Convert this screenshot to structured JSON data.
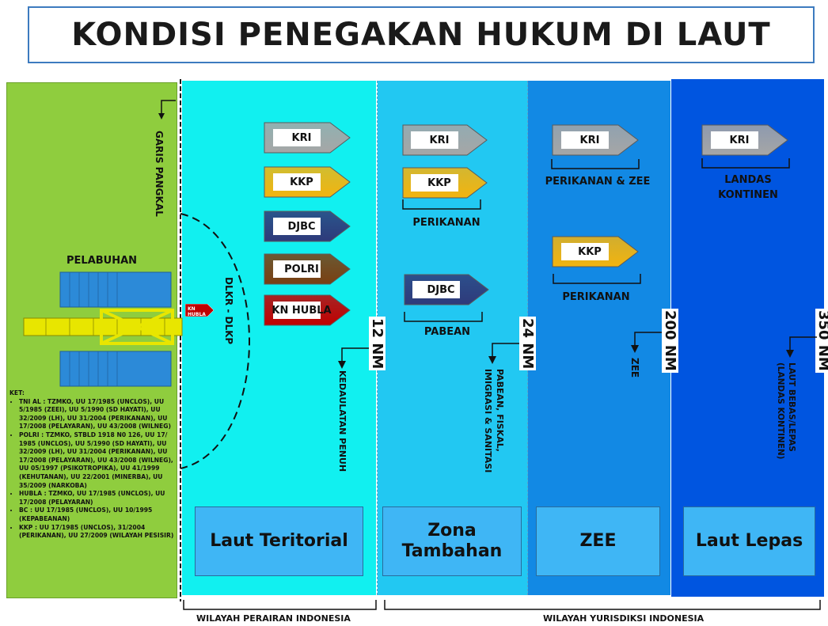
{
  "title": "KONDISI PENEGAKAN HUKUM DI LAUT",
  "labels": {
    "garis_pangkal": "GARIS PANGKAL",
    "pelabuhan": "PELABUHAN",
    "kn_hubla_small": "KN HUBLA",
    "dlkr": "DLKR - DLKP",
    "nm12": "12 NM",
    "nm24": "24 NM",
    "nm200": "200 NM",
    "nm350": "350 NM",
    "kedaulatan": "KEDAULATAN PENUH",
    "pabean_fiskal_1": "PABEAN, FISKAL,",
    "pabean_fiskal_2": "IMIGRASI & SANITASI",
    "zee_small": "ZEE",
    "laut_bebas_1": "LAUT BEBAS/LEPAS",
    "laut_bebas_2": "(LANDAS KONTINEN)",
    "perikanan": "PERIKANAN",
    "pabean": "PABEAN",
    "perikanan_zee": "PERIKANAN & ZEE",
    "landas_1": "LANDAS",
    "landas_2": "KONTINEN"
  },
  "zone1_arrows": [
    "KRI",
    "KKP",
    "DJBC",
    "POLRI",
    "KN HUBLA"
  ],
  "zone2_arrows": [
    "KRI",
    "KKP",
    "DJBC"
  ],
  "zone3_arrows": [
    "KRI",
    "KKP"
  ],
  "zone4_arrows": [
    "KRI"
  ],
  "zones": {
    "laut_teritorial": "Laut Teritorial",
    "zona_1": "Zona",
    "zona_2": "Tambahan",
    "zee": "ZEE",
    "laut_lepas": "Laut Lepas"
  },
  "ket": {
    "header": "KET:",
    "items": [
      "TNI AL : TZMKO, UU 17/1985 (UNCLOS), UU 5/1985 (ZEEI), UU 5/1990 (SD HAYATI), UU 32/2009 (LH), UU 31/2004 (PERIKANAN), UU 17/2008 (PELAYARAN), UU 43/2008 (WILNEG)",
      "POLRI : TZMKO, STBLD 1918 N0 126, UU 17/ 1985 (UNCLOS), UU 5/1990 (SD HAYATI), UU 32/2009 (LH), UU 31/2004 (PERIKANAN), UU 17/2008 (PELAYARAN), UU 43/2008 (WILNEG), UU 05/1997 (PSIKOTROPIKA), UU 41/1999 (KEHUTANAN), UU 22/2001 (MINERBA), UU 35/2009 (NARKOBA)",
      "HUBLA : TZMKO, UU 17/1985 (UNCLOS), UU 17/2008 (PELAYARAN)",
      "BC : UU 17/1985 (UNCLOS), UU 10/1995 (KEPABEANAN)",
      "KKP : UU 17/1985 (UNCLOS), 31/2004 (PERIKANAN), UU 27/2009 (WILAYAH PESISIR)"
    ]
  },
  "bottom": {
    "perairan": "WILAYAH PERAIRAN INDONESIA",
    "yurisdiksi": "WILAYAH YURISDIKSI INDONESIA"
  },
  "colors": {
    "KRI": "#a6a6a6",
    "KKP": "#f2b40f",
    "DJBC": "#2e3a7a",
    "POLRI": "#7a3f12",
    "KN HUBLA": "#c00000"
  }
}
